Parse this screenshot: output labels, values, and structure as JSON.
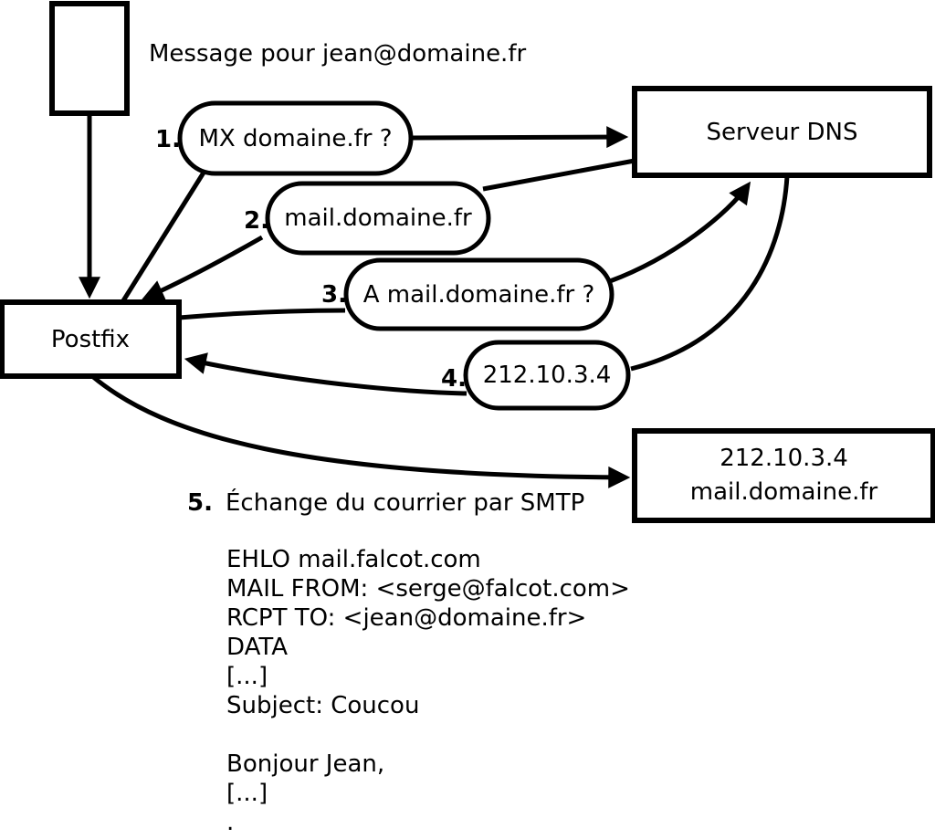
{
  "colors": {
    "ink": "#000000",
    "paper": "#ffffff"
  },
  "title": {
    "text": "Message pour jean@domaine.fr"
  },
  "nodes": {
    "postfix": {
      "label": "Postfix"
    },
    "dns": {
      "label": "Serveur DNS"
    },
    "mailserver": {
      "line1": "212.10.3.4",
      "line2": "mail.domaine.fr"
    }
  },
  "steps": [
    {
      "num": "1.",
      "label": "MX domaine.fr ?"
    },
    {
      "num": "2.",
      "label": "mail.domaine.fr"
    },
    {
      "num": "3.",
      "label": "A mail.domaine.fr ?"
    },
    {
      "num": "4.",
      "label": "212.10.3.4"
    },
    {
      "num": "5.",
      "label": "Échange du courrier par SMTP"
    }
  ],
  "smtp_session": {
    "lines": [
      "EHLO mail.falcot.com",
      "MAIL FROM: <serge@falcot.com>",
      "RCPT TO: <jean@domaine.fr>",
      "DATA",
      "[...]",
      "Subject: Coucou",
      "",
      "Bonjour Jean,",
      "[...]",
      "."
    ]
  }
}
